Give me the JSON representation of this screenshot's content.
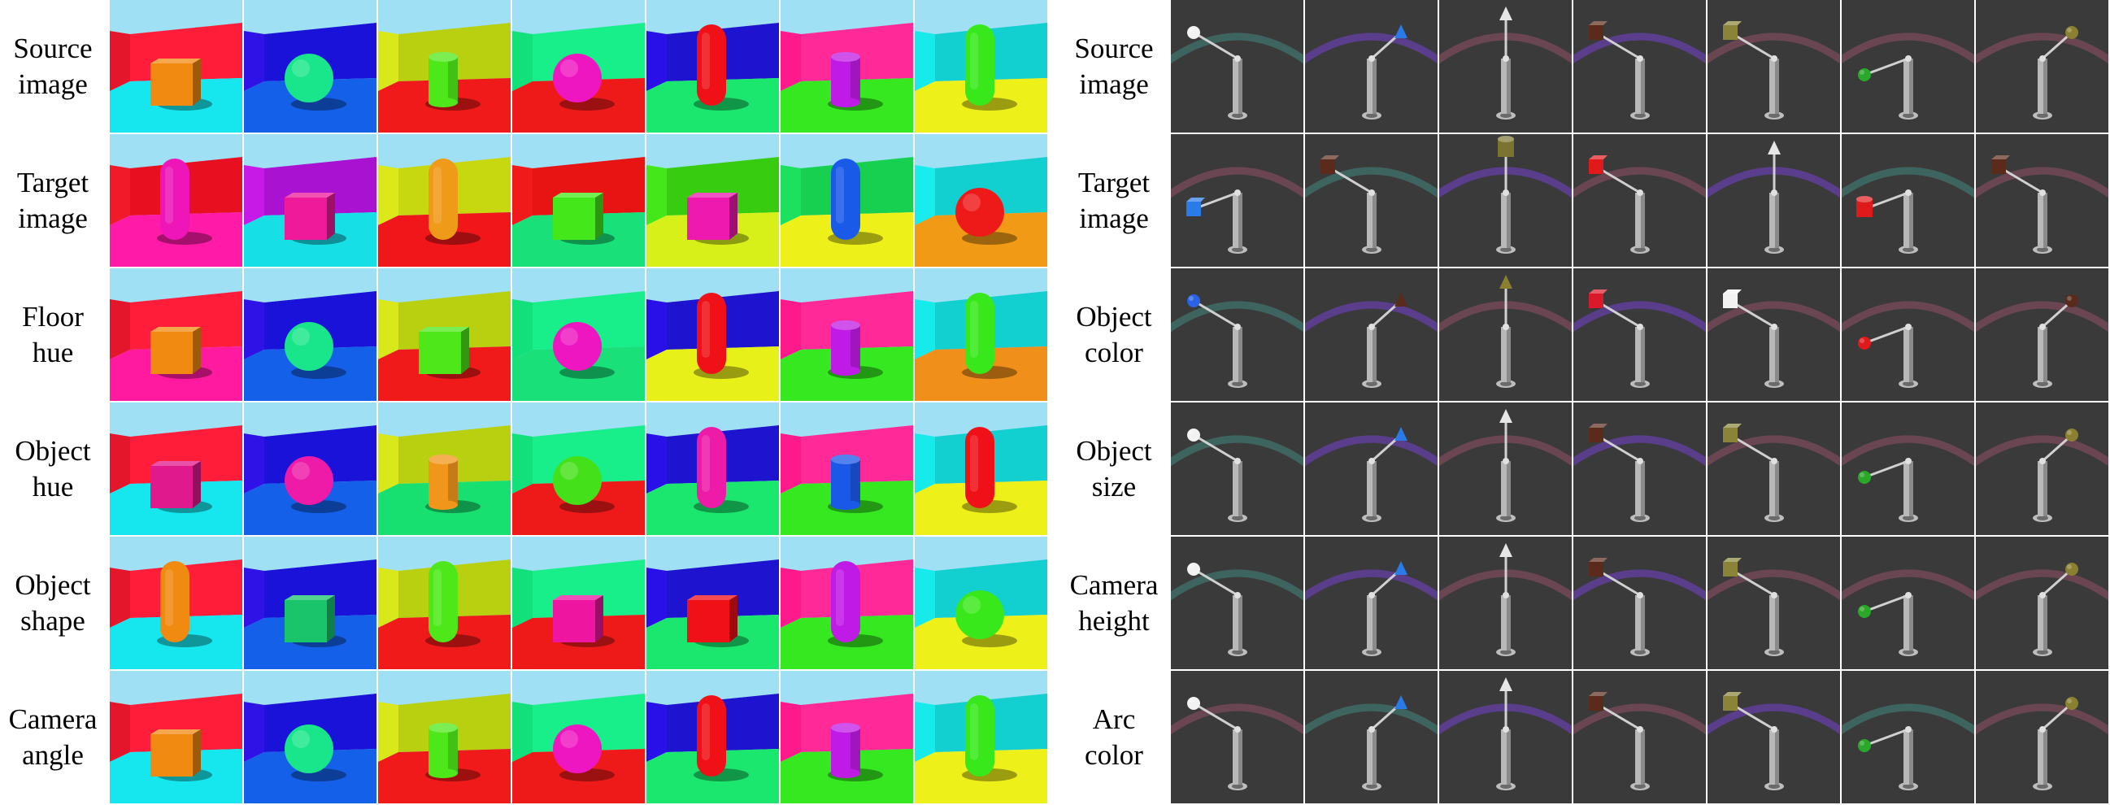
{
  "left_panel": {
    "rows": [
      {
        "label": [
          "Source",
          "image"
        ]
      },
      {
        "label": [
          "Target",
          "image"
        ]
      },
      {
        "label": [
          "Floor",
          "hue"
        ]
      },
      {
        "label": [
          "Object",
          "hue"
        ]
      },
      {
        "label": [
          "Object",
          "shape"
        ]
      },
      {
        "label": [
          "Camera",
          "angle"
        ]
      }
    ],
    "cells": [
      [
        {
          "wall": "#e4162c",
          "wall2": "#ff1d3a",
          "floor": "#16e6ee",
          "shape": "cube",
          "obj": "#f08a10"
        },
        {
          "wall": "#2f12e6",
          "wall2": "#1a12d8",
          "floor": "#1560e8",
          "shape": "sphere",
          "obj": "#19e68a"
        },
        {
          "wall": "#d8e81a",
          "wall2": "#b8d010",
          "floor": "#f01a1a",
          "shape": "cylinder",
          "obj": "#4ee81a"
        },
        {
          "wall": "#12e07a",
          "wall2": "#18ef8a",
          "floor": "#ee1a1a",
          "shape": "sphere",
          "obj": "#ee16c0"
        },
        {
          "wall": "#2a10e8",
          "wall2": "#1e14d0",
          "floor": "#1be66e",
          "shape": "capsule",
          "obj": "#f01018"
        },
        {
          "wall": "#ff1a8c",
          "wall2": "#ff2a98",
          "floor": "#35e820",
          "shape": "cylinder",
          "obj": "#c01ae6"
        },
        {
          "wall": "#16eaea",
          "wall2": "#12cfd0",
          "floor": "#eef01a",
          "shape": "capsule",
          "obj": "#38e81a"
        }
      ],
      [
        {
          "wall": "#f01a28",
          "wall2": "#e81020",
          "floor": "#ff1aa8",
          "shape": "capsule",
          "obj": "#ee16b8"
        },
        {
          "wall": "#c81ae6",
          "wall2": "#a812d0",
          "floor": "#16dfe6",
          "shape": "cube",
          "obj": "#ee1a9a"
        },
        {
          "wall": "#dce81a",
          "wall2": "#c8d810",
          "floor": "#f0161a",
          "shape": "capsule",
          "obj": "#f09a1a"
        },
        {
          "wall": "#f01a1a",
          "wall2": "#e81414",
          "floor": "#1ae07a",
          "shape": "cube",
          "obj": "#44e81a"
        },
        {
          "wall": "#44e81a",
          "wall2": "#38cc10",
          "floor": "#d8f01a",
          "shape": "cube",
          "obj": "#ee1ab0"
        },
        {
          "wall": "#1ce05e",
          "wall2": "#18d050",
          "floor": "#eef01a",
          "shape": "capsule",
          "obj": "#1a5ae8"
        },
        {
          "wall": "#18ecec",
          "wall2": "#12d0d0",
          "floor": "#f09a16",
          "shape": "sphere",
          "obj": "#ee1a1a"
        }
      ],
      [
        {
          "wall": "#e4162c",
          "wall2": "#ff1d3a",
          "floor": "#ff1aa0",
          "shape": "cube",
          "obj": "#f08a10"
        },
        {
          "wall": "#2f12e6",
          "wall2": "#1a12d8",
          "floor": "#1560e8",
          "shape": "sphere",
          "obj": "#19e68a"
        },
        {
          "wall": "#d8e81a",
          "wall2": "#b8d010",
          "floor": "#f01a1a",
          "shape": "cube",
          "obj": "#4ee81a"
        },
        {
          "wall": "#12e07a",
          "wall2": "#18ef8a",
          "floor": "#1ae07a",
          "shape": "sphere",
          "obj": "#ee16c0"
        },
        {
          "wall": "#2a10e8",
          "wall2": "#1e14d0",
          "floor": "#e8f01a",
          "shape": "capsule",
          "obj": "#f01018"
        },
        {
          "wall": "#ff1a8c",
          "wall2": "#ff2a98",
          "floor": "#35e820",
          "shape": "cylinder",
          "obj": "#c01ae6"
        },
        {
          "wall": "#16eaea",
          "wall2": "#12cfd0",
          "floor": "#f0901a",
          "shape": "capsule",
          "obj": "#38e81a"
        }
      ],
      [
        {
          "wall": "#e4162c",
          "wall2": "#ff1d3a",
          "floor": "#16e6ee",
          "shape": "cube",
          "obj": "#e01a8c"
        },
        {
          "wall": "#2f12e6",
          "wall2": "#1a12d8",
          "floor": "#1560e8",
          "shape": "sphere",
          "obj": "#ee1aa8"
        },
        {
          "wall": "#d8e81a",
          "wall2": "#b8d010",
          "floor": "#18e070",
          "shape": "cylinder",
          "obj": "#f0961a"
        },
        {
          "wall": "#12e07a",
          "wall2": "#18ef8a",
          "floor": "#ee1a1a",
          "shape": "sphere",
          "obj": "#44e01a"
        },
        {
          "wall": "#2a10e8",
          "wall2": "#1e14d0",
          "floor": "#1be66e",
          "shape": "capsule",
          "obj": "#ee1aa8"
        },
        {
          "wall": "#ff1a8c",
          "wall2": "#ff2a98",
          "floor": "#35e820",
          "shape": "cylinder",
          "obj": "#1a58e8"
        },
        {
          "wall": "#16eaea",
          "wall2": "#12cfd0",
          "floor": "#eef01a",
          "shape": "capsule",
          "obj": "#f01018"
        }
      ],
      [
        {
          "wall": "#e4162c",
          "wall2": "#ff1d3a",
          "floor": "#16e6ee",
          "shape": "capsule",
          "obj": "#f08a10"
        },
        {
          "wall": "#2f12e6",
          "wall2": "#1a12d8",
          "floor": "#1560e8",
          "shape": "cube",
          "obj": "#19c46a"
        },
        {
          "wall": "#d8e81a",
          "wall2": "#b8d010",
          "floor": "#f01a1a",
          "shape": "capsule",
          "obj": "#4ee81a"
        },
        {
          "wall": "#12e07a",
          "wall2": "#18ef8a",
          "floor": "#ee1a1a",
          "shape": "cube",
          "obj": "#ee16a0"
        },
        {
          "wall": "#2a10e8",
          "wall2": "#1e14d0",
          "floor": "#1be66e",
          "shape": "cube",
          "obj": "#f01018"
        },
        {
          "wall": "#ff1a8c",
          "wall2": "#ff2a98",
          "floor": "#35e820",
          "shape": "capsule",
          "obj": "#c01ae6"
        },
        {
          "wall": "#16eaea",
          "wall2": "#12cfd0",
          "floor": "#eef01a",
          "shape": "sphere",
          "obj": "#38e81a"
        }
      ],
      [
        {
          "wall": "#e4162c",
          "wall2": "#ff1d3a",
          "floor": "#16e6ee",
          "shape": "cube",
          "obj": "#f08a10"
        },
        {
          "wall": "#2f12e6",
          "wall2": "#1a12d8",
          "floor": "#1560e8",
          "shape": "sphere",
          "obj": "#19e68a"
        },
        {
          "wall": "#d8e81a",
          "wall2": "#b8d010",
          "floor": "#f01a1a",
          "shape": "cylinder",
          "obj": "#4ee81a"
        },
        {
          "wall": "#12e07a",
          "wall2": "#18ef8a",
          "floor": "#ee1a1a",
          "shape": "sphere",
          "obj": "#ee16c0"
        },
        {
          "wall": "#2a10e8",
          "wall2": "#1e14d0",
          "floor": "#1be66e",
          "shape": "capsule",
          "obj": "#f01018"
        },
        {
          "wall": "#ff1a8c",
          "wall2": "#ff2a98",
          "floor": "#35e820",
          "shape": "cylinder",
          "obj": "#c01ae6"
        },
        {
          "wall": "#16eaea",
          "wall2": "#12cfd0",
          "floor": "#eef01a",
          "shape": "capsule",
          "obj": "#38e81a"
        }
      ]
    ]
  },
  "right_panel": {
    "rows": [
      {
        "label": [
          "Source",
          "image"
        ]
      },
      {
        "label": [
          "Target",
          "image"
        ]
      },
      {
        "label": [
          "Object",
          "color"
        ]
      },
      {
        "label": [
          "Object",
          "size"
        ]
      },
      {
        "label": [
          "Camera",
          "height"
        ]
      },
      {
        "label": [
          "Arc",
          "color"
        ]
      }
    ],
    "cells": [
      [
        {
          "arc": "#3e6460",
          "obj": "#f2f2f2",
          "shape": "sphere",
          "side": "left"
        },
        {
          "arc": "#5a3e8c",
          "obj": "#2a7ae8",
          "shape": "cone",
          "side": "right"
        },
        {
          "arc": "#6a4652",
          "obj": "#e6e6e6",
          "shape": "cone",
          "side": "top"
        },
        {
          "arc": "#5a3e8c",
          "obj": "#5a2a1a",
          "shape": "cube",
          "side": "left"
        },
        {
          "arc": "#6a4652",
          "obj": "#8a8438",
          "shape": "cube",
          "side": "left"
        },
        {
          "arc": "#6a4652",
          "obj": "#2aa82a",
          "shape": "sphere",
          "side": "leftlow"
        },
        {
          "arc": "#6a4652",
          "obj": "#8a8030",
          "shape": "sphere",
          "side": "right"
        }
      ],
      [
        {
          "arc": "#6a4652",
          "obj": "#2a7ae8",
          "shape": "cube",
          "side": "leftlow"
        },
        {
          "arc": "#3e6460",
          "obj": "#5a2a1a",
          "shape": "cube",
          "side": "left"
        },
        {
          "arc": "#5a3e8c",
          "obj": "#7a7430",
          "shape": "cylinder",
          "side": "top"
        },
        {
          "arc": "#6a4652",
          "obj": "#e01a1a",
          "shape": "cube",
          "side": "left"
        },
        {
          "arc": "#5a3e8c",
          "obj": "#e6e6e6",
          "shape": "cone",
          "side": "top"
        },
        {
          "arc": "#3e6460",
          "obj": "#e01a1a",
          "shape": "cylinder",
          "side": "leftlow"
        },
        {
          "arc": "#6a4652",
          "obj": "#5a2a1a",
          "shape": "cube",
          "side": "left"
        }
      ],
      [
        {
          "arc": "#3e6460",
          "obj": "#2a62e8",
          "shape": "sphere",
          "side": "left"
        },
        {
          "arc": "#5a3e8c",
          "obj": "#5a2a1a",
          "shape": "cone",
          "side": "right"
        },
        {
          "arc": "#6a4652",
          "obj": "#8a8030",
          "shape": "cone",
          "side": "top"
        },
        {
          "arc": "#5a3e8c",
          "obj": "#d81a2a",
          "shape": "cube",
          "side": "left"
        },
        {
          "arc": "#6a4652",
          "obj": "#f2f2f2",
          "shape": "cube",
          "side": "left"
        },
        {
          "arc": "#6a4652",
          "obj": "#e01a1a",
          "shape": "sphere",
          "side": "leftlow"
        },
        {
          "arc": "#6a4652",
          "obj": "#5a2a1a",
          "shape": "sphere",
          "side": "right"
        }
      ],
      [
        {
          "arc": "#3e6460",
          "obj": "#f2f2f2",
          "shape": "sphere",
          "side": "left"
        },
        {
          "arc": "#5a3e8c",
          "obj": "#2a7ae8",
          "shape": "cone",
          "side": "right"
        },
        {
          "arc": "#6a4652",
          "obj": "#e6e6e6",
          "shape": "cone",
          "side": "top"
        },
        {
          "arc": "#5a3e8c",
          "obj": "#5a2a1a",
          "shape": "cube",
          "side": "left"
        },
        {
          "arc": "#6a4652",
          "obj": "#8a8438",
          "shape": "cube",
          "side": "left"
        },
        {
          "arc": "#6a4652",
          "obj": "#2aa82a",
          "shape": "sphere",
          "side": "leftlow"
        },
        {
          "arc": "#6a4652",
          "obj": "#8a8030",
          "shape": "sphere",
          "side": "right"
        }
      ],
      [
        {
          "arc": "#3e6460",
          "obj": "#f2f2f2",
          "shape": "sphere",
          "side": "left"
        },
        {
          "arc": "#5a3e8c",
          "obj": "#2a7ae8",
          "shape": "cone",
          "side": "right"
        },
        {
          "arc": "#6a4652",
          "obj": "#e6e6e6",
          "shape": "cone",
          "side": "top"
        },
        {
          "arc": "#5a3e8c",
          "obj": "#5a2a1a",
          "shape": "cube",
          "side": "left"
        },
        {
          "arc": "#6a4652",
          "obj": "#8a8438",
          "shape": "cube",
          "side": "left"
        },
        {
          "arc": "#6a4652",
          "obj": "#2aa82a",
          "shape": "sphere",
          "side": "leftlow"
        },
        {
          "arc": "#6a4652",
          "obj": "#8a8030",
          "shape": "sphere",
          "side": "right"
        }
      ],
      [
        {
          "arc": "#6a4652",
          "obj": "#f2f2f2",
          "shape": "sphere",
          "side": "left"
        },
        {
          "arc": "#3e6460",
          "obj": "#2a7ae8",
          "shape": "cone",
          "side": "right"
        },
        {
          "arc": "#5a3e8c",
          "obj": "#e6e6e6",
          "shape": "cone",
          "side": "top"
        },
        {
          "arc": "#6a4652",
          "obj": "#5a2a1a",
          "shape": "cube",
          "side": "left"
        },
        {
          "arc": "#5a3e8c",
          "obj": "#8a8438",
          "shape": "cube",
          "side": "left"
        },
        {
          "arc": "#3e6460",
          "obj": "#2aa82a",
          "shape": "sphere",
          "side": "leftlow"
        },
        {
          "arc": "#6a4652",
          "obj": "#8a8030",
          "shape": "sphere",
          "side": "right"
        }
      ]
    ]
  }
}
